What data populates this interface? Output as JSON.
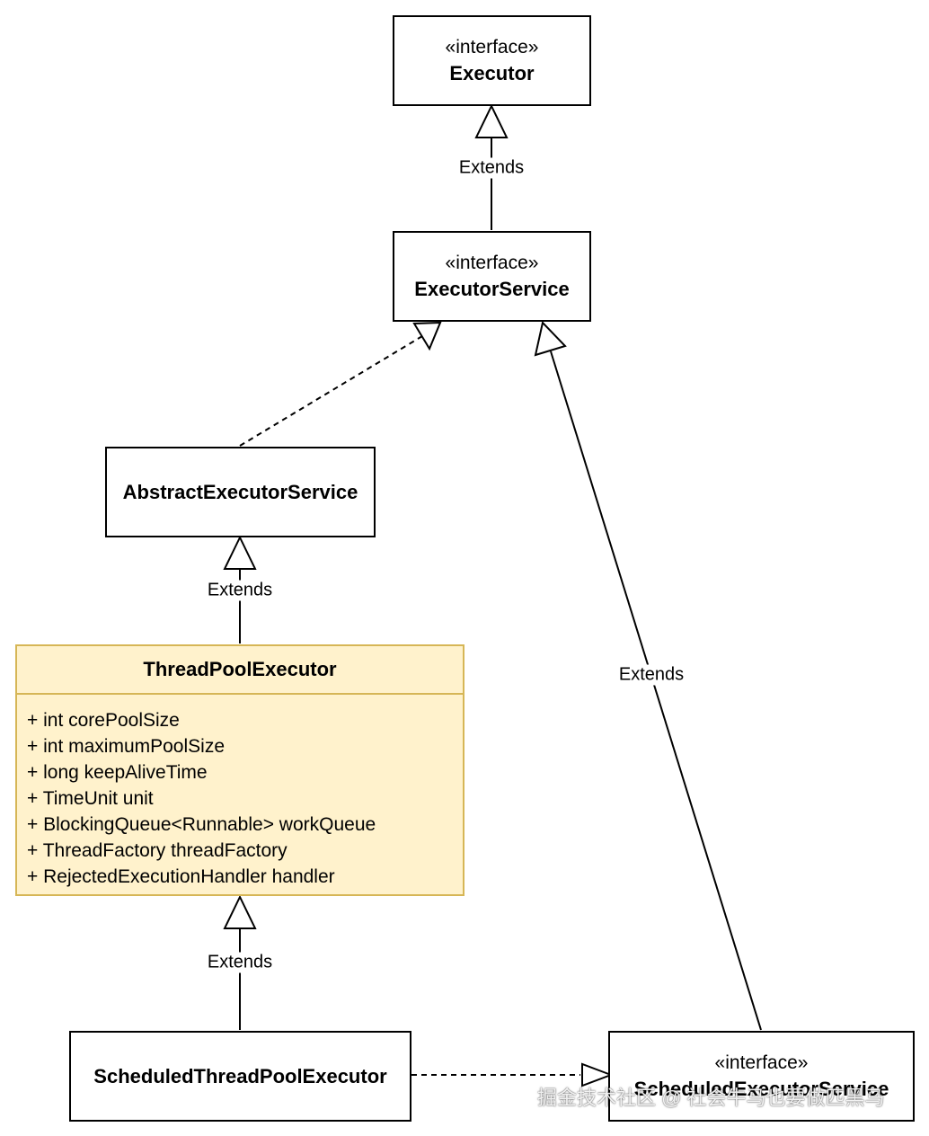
{
  "nodes": {
    "executor": {
      "stereotype": "«interface»",
      "name": "Executor"
    },
    "executor_service": {
      "stereotype": "«interface»",
      "name": "ExecutorService"
    },
    "abstract_executor_service": {
      "name": "AbstractExecutorService"
    },
    "thread_pool_executor": {
      "name": "ThreadPoolExecutor",
      "fields": [
        "+ int corePoolSize",
        "+ int maximumPoolSize",
        "+ long keepAliveTime",
        "+ TimeUnit unit",
        "+ BlockingQueue<Runnable> workQueue",
        "+ ThreadFactory threadFactory",
        "+ RejectedExecutionHandler handler"
      ]
    },
    "scheduled_thread_pool_executor": {
      "name": "ScheduledThreadPoolExecutor"
    },
    "scheduled_executor_service": {
      "stereotype": "«interface»",
      "name": "ScheduledExecutorService"
    }
  },
  "edges": {
    "executor_service_to_executor": "Extends",
    "abstract_to_executor_service": "",
    "thread_pool_to_abstract": "Extends",
    "scheduled_service_to_executor_service": "Extends",
    "scheduled_pool_to_thread_pool": "Extends",
    "scheduled_pool_to_scheduled_service": ""
  },
  "watermark": "掘金技术社区 @ 社会牛马也要做匹黑马",
  "colors": {
    "highlight_fill": "#fff2cc",
    "highlight_border": "#d6b656",
    "line": "#000000"
  }
}
